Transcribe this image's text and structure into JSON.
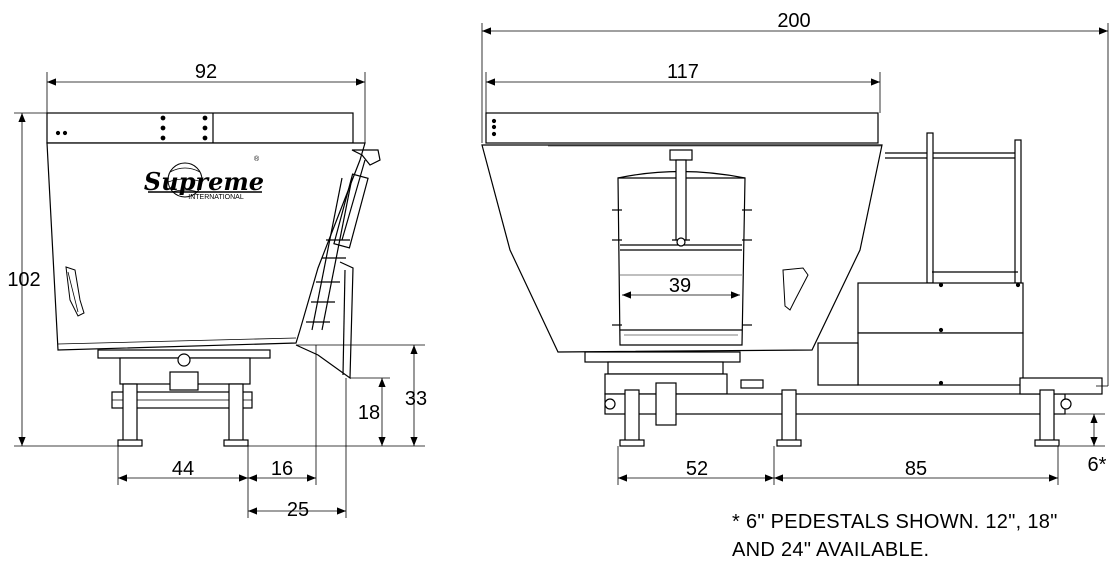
{
  "brand": {
    "name": "Supreme",
    "subtitle": "INTERNATIONAL",
    "registered": "®"
  },
  "dimensions": {
    "front_width": "92",
    "front_height": "102",
    "front_leg_span": "44",
    "front_offset": "16",
    "front_discharge_reach": "25",
    "front_discharge_height": "18",
    "front_discharge_top": "33",
    "side_overall_length": "200",
    "side_tub_length": "117",
    "side_auger_width": "39",
    "side_leg_span_a": "52",
    "side_leg_span_b": "85",
    "side_pedestal_height": "6*"
  },
  "note": {
    "line1": "* 6\" PEDESTALS SHOWN. 12\", 18\"",
    "line2": "AND 24\" AVAILABLE."
  }
}
